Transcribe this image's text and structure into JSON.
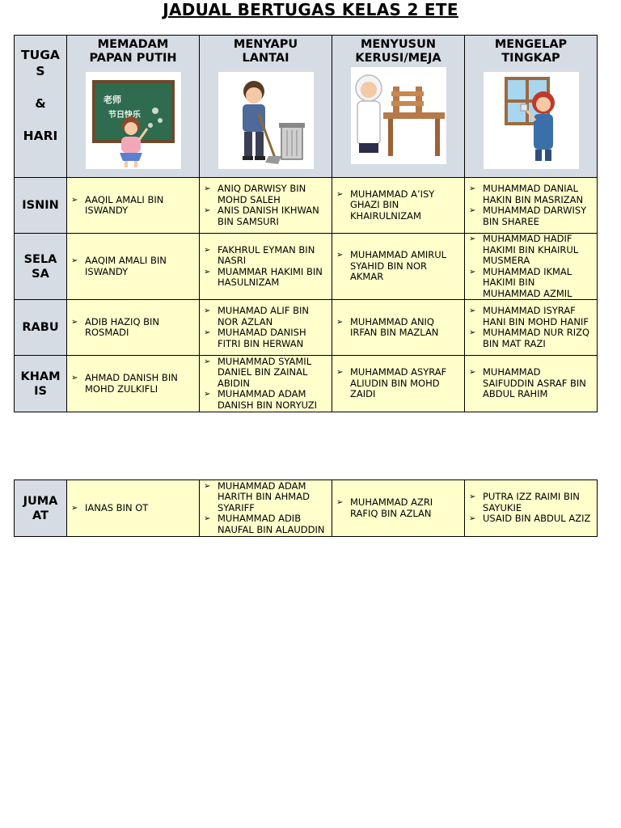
{
  "title": "JADUAL BERTUGAS KELAS 2 ETE",
  "corner": [
    "TUGA",
    "S",
    "",
    "&",
    "",
    "HARI"
  ],
  "tasks": [
    {
      "label_line1": "MEMADAM",
      "label_line2": "PAPAN PUTIH"
    },
    {
      "label_line1": "MENYAPU",
      "label_line2": "LANTAI"
    },
    {
      "label_line1": "MENYUSUN",
      "label_line2": "KERUSI/MEJA"
    },
    {
      "label_line1": "MENGELAP",
      "label_line2": "TINGKAP"
    }
  ],
  "board_text": [
    "老师",
    "节日快乐"
  ],
  "days": [
    {
      "name_line1": "ISNIN",
      "name_line2": "",
      "cols": [
        [
          "AAQIL AMALI BIN ISWANDY"
        ],
        [
          "ANIQ DARWISY BIN MOHD SALEH",
          "ANIS DANISH IKHWAN BIN SAMSURI"
        ],
        [
          "MUHAMMAD A’ISY GHAZI BIN KHAIRULNIZAM"
        ],
        [
          "MUHAMMAD DANIAL HAKIN BIN MASRIZAN",
          "MUHAMMAD DARWISY BIN SHAREE"
        ]
      ]
    },
    {
      "name_line1": "SELA",
      "name_line2": "SA",
      "cols": [
        [
          "AAQIM AMALI BIN ISWANDY"
        ],
        [
          "FAKHRUL EYMAN BIN NASRI",
          "MUAMMAR HAKIMI BIN HASULNIZAM"
        ],
        [
          "MUHAMMAD AMIRUL SYAHID BIN NOR AKMAR"
        ],
        [
          "MUHAMMAD HADIF HAKIMI BIN KHAIRUL MUSMERA",
          "MUHAMMAD IKMAL HAKIMI BIN MUHAMMAD AZMIL"
        ]
      ]
    },
    {
      "name_line1": "RABU",
      "name_line2": "",
      "cols": [
        [
          "ADIB HAZIQ BIN ROSMADI"
        ],
        [
          "MUHAMAD ALIF BIN NOR AZLAN",
          "MUHAMAD DANISH FITRI BIN HERWAN"
        ],
        [
          "MUHAMMAD ANIQ IRFAN  BIN MAZLAN"
        ],
        [
          "MUHAMMAD ISYRAF HANI BIN MOHD HANIF",
          "MUHAMMAD NUR RIZQ BIN MAT RAZI"
        ]
      ]
    },
    {
      "name_line1": "KHAM",
      "name_line2": "IS",
      "cols": [
        [
          "AHMAD DANISH BIN MOHD ZULKIFLI"
        ],
        [
          "MUHAMMAD SYAMIL DANIEL BIN ZAINAL ABIDIN",
          "MUHAMMAD ADAM DANISH BIN NORYUZI"
        ],
        [
          "MUHAMMAD ASYRAF ALIUDIN BIN MOHD ZAIDI"
        ],
        [
          "MUHAMMAD SAIFUDDIN ASRAF BIN ABDUL RAHIM"
        ]
      ]
    }
  ],
  "friday": {
    "name_line1": "JUMA",
    "name_line2": "AT",
    "cols": [
      [
        "IANAS BIN OT"
      ],
      [
        "MUHAMMAD ADAM HARITH BIN AHMAD SYARIFF",
        "MUHAMMAD ADIB NAUFAL BIN ALAUDDIN"
      ],
      [
        "MUHAMMAD AZRI RAFIQ BIN AZLAN"
      ],
      [
        "PUTRA IZZ RAIMI BIN SAYUKIE",
        "USAID BIN ABDUL AZIZ"
      ]
    ]
  }
}
